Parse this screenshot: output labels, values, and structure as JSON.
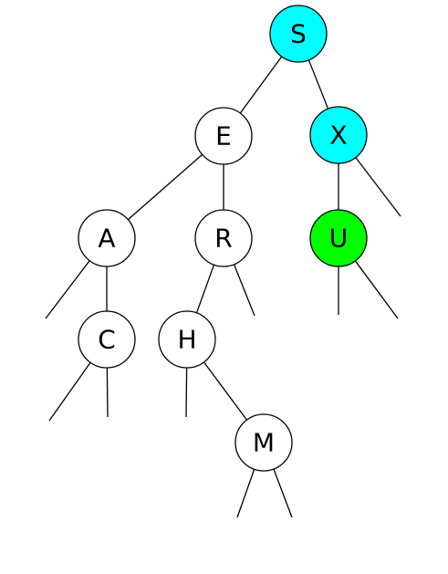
{
  "tree": {
    "colors": {
      "default_fill": "#ffffff",
      "stroke": "#000000",
      "cyan": "#00ffff",
      "green": "#00ff00"
    },
    "nodes": [
      {
        "id": "S",
        "label": "S",
        "fill": "#00ffff"
      },
      {
        "id": "E",
        "label": "E",
        "fill": "#ffffff"
      },
      {
        "id": "X",
        "label": "X",
        "fill": "#00ffff"
      },
      {
        "id": "A",
        "label": "A",
        "fill": "#ffffff"
      },
      {
        "id": "R",
        "label": "R",
        "fill": "#ffffff"
      },
      {
        "id": "U",
        "label": "U",
        "fill": "#00ff00"
      },
      {
        "id": "C",
        "label": "C",
        "fill": "#ffffff"
      },
      {
        "id": "H",
        "label": "H",
        "fill": "#ffffff"
      },
      {
        "id": "M",
        "label": "M",
        "fill": "#ffffff"
      }
    ],
    "edges": [
      {
        "from": "S",
        "to": "E"
      },
      {
        "from": "S",
        "to": "X"
      },
      {
        "from": "E",
        "to": "A"
      },
      {
        "from": "E",
        "to": "R"
      },
      {
        "from": "X",
        "to": "U"
      },
      {
        "from": "A",
        "to": "C"
      },
      {
        "from": "R",
        "to": "H"
      },
      {
        "from": "H",
        "to": "M"
      }
    ],
    "null_links": [
      {
        "from": "X",
        "side": "right"
      },
      {
        "from": "A",
        "side": "left"
      },
      {
        "from": "R",
        "side": "right"
      },
      {
        "from": "U",
        "side": "left"
      },
      {
        "from": "U",
        "side": "right"
      },
      {
        "from": "C",
        "side": "left"
      },
      {
        "from": "C",
        "side": "right"
      },
      {
        "from": "H",
        "side": "left"
      },
      {
        "from": "M",
        "side": "left"
      },
      {
        "from": "M",
        "side": "right"
      }
    ]
  }
}
